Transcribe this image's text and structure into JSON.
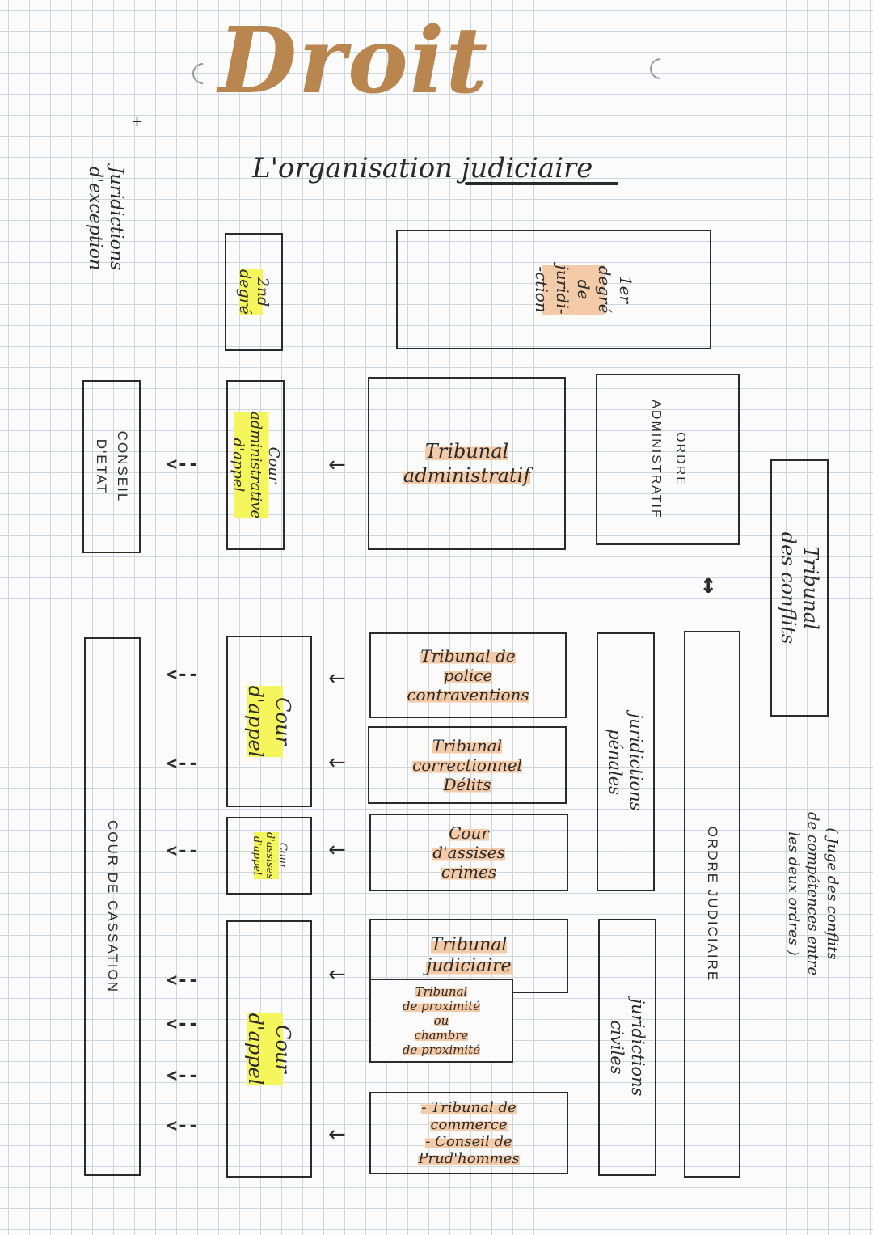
{
  "title": "Droit",
  "subtitle": "L'organisation judiciaire",
  "colors": {
    "title": "#b9864f",
    "highlight_ochre": "#f4cba9",
    "highlight_yellow": "#f4f65c",
    "ink": "#2b2b2b"
  },
  "side_note": "Juridictions\nd'exception",
  "degree_headers": {
    "second": "2nd\ndegré",
    "first": "1er\ndegré\nde\njuridi-\n-ction"
  },
  "administrative": {
    "supreme": "CONSEIL\nD'ETAT",
    "appeal": "Cour\nadministrative\nd'appel",
    "first": "Tribunal\nadministratif",
    "order": "ORDRE\nADMINISTRATIF"
  },
  "conflicts": {
    "tribunal": "Tribunal\ndes conflits",
    "note": "( Juge des conflits\nde compétences entre\nles deux ordres )"
  },
  "judicial": {
    "supreme": "COUR   DE   CASSATION",
    "order": "ORDRE   JUDICIAIRE",
    "penal_label": "juridictions\npénales",
    "civil_label": "juridictions\nciviles",
    "appeal_penal": "Cour\nd'appel",
    "appeal_assises": "Cour\nd'assises\nd'appel",
    "appeal_civil": "Cour\nd'appel",
    "police": "Tribunal de\npolice\ncontraventions",
    "correctionnel": "Tribunal\ncorrectionnel\nDélits",
    "assises": "Cour\nd'assises\ncrimes",
    "judiciaire": "Tribunal\njudiciaire",
    "proximite": "Tribunal\nde proximité\nou\nchambre\nde proximité",
    "commerce": "- Tribunal de\ncommerce\n- Conseil de\nPrud'hommes"
  },
  "icons": {
    "arrow_left": "←",
    "dashed_arrow": "<--",
    "double_arrow": "↕"
  }
}
